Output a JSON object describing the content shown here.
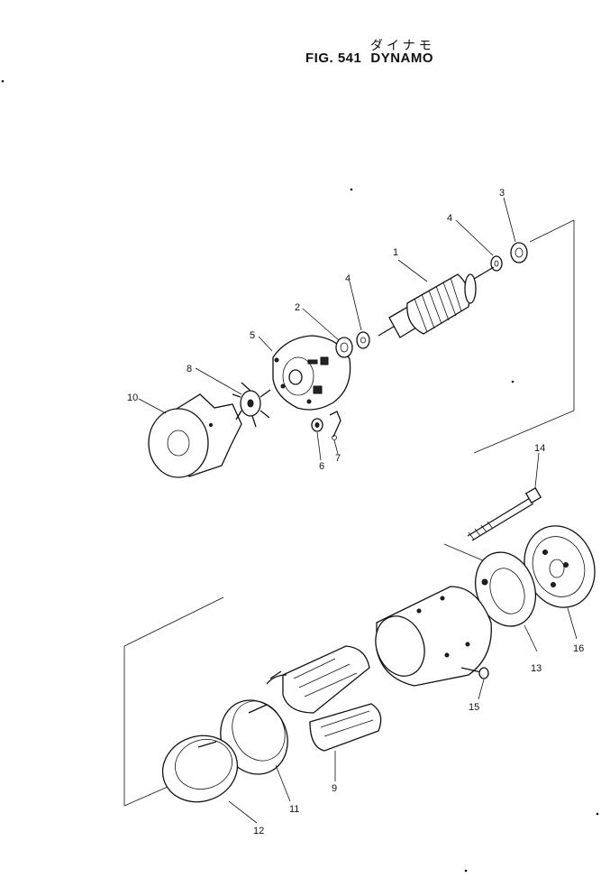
{
  "header": {
    "katakana": "ダイナモ",
    "fig_label": "FIG. 541",
    "name": "DYNAMO"
  },
  "callouts": [
    {
      "id": "c1",
      "text": "1"
    },
    {
      "id": "c2",
      "text": "2"
    },
    {
      "id": "c3",
      "text": "3"
    },
    {
      "id": "c4a",
      "text": "4"
    },
    {
      "id": "c4b",
      "text": "4"
    },
    {
      "id": "c5",
      "text": "5"
    },
    {
      "id": "c6",
      "text": "6"
    },
    {
      "id": "c7",
      "text": "7"
    },
    {
      "id": "c8",
      "text": "8"
    },
    {
      "id": "c9",
      "text": "9"
    },
    {
      "id": "c10",
      "text": "10"
    },
    {
      "id": "c11",
      "text": "11"
    },
    {
      "id": "c12",
      "text": "12"
    },
    {
      "id": "c13",
      "text": "13"
    },
    {
      "id": "c14",
      "text": "14"
    },
    {
      "id": "c15",
      "text": "15"
    },
    {
      "id": "c16",
      "text": "16"
    }
  ]
}
